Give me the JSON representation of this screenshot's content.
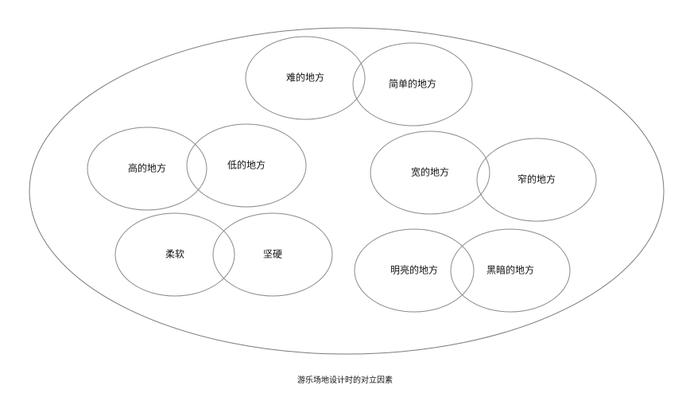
{
  "diagram": {
    "caption": "游乐场地设计时的对立因素",
    "pairs": [
      {
        "a": "难的地方",
        "b": "简单的地方"
      },
      {
        "a": "高的地方",
        "b": "低的地方"
      },
      {
        "a": "宽的地方",
        "b": "窄的地方"
      },
      {
        "a": "柔软",
        "b": "坚硬"
      },
      {
        "a": "明亮的地方",
        "b": "黑暗的地方"
      }
    ]
  }
}
